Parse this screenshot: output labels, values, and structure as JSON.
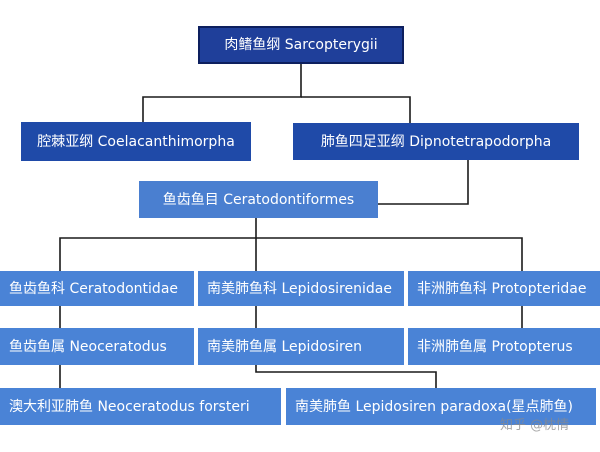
{
  "nodes": [
    {
      "label": "肉鳍鱼纲 Sarcopterygii"
    },
    {
      "label": "腔棘亚纲 Coelacanthimorpha"
    },
    {
      "label": "肺鱼四足亚纲 Dipnotetrapodorpha"
    },
    {
      "label": "鱼齿鱼目 Ceratodontiformes"
    },
    {
      "label": "鱼齿鱼科 Ceratodontidae"
    },
    {
      "label": "南美肺鱼科 Lepidosirenidae"
    },
    {
      "label": "非洲肺鱼科 Protopteridae"
    },
    {
      "label": "鱼齿鱼属 Neoceratodus"
    },
    {
      "label": "南美肺鱼属 Lepidosiren"
    },
    {
      "label": "非洲肺鱼属 Protopterus"
    },
    {
      "label": "澳大利亚肺鱼 Neoceratodus forsteri"
    },
    {
      "label": "南美肺鱼 Lepidosiren paradoxa(星点肺鱼)"
    }
  ],
  "edges": [
    {
      "from": 0,
      "to": 1
    },
    {
      "from": 0,
      "to": 2
    },
    {
      "from": 2,
      "to": 3
    },
    {
      "from": 3,
      "to": 4
    },
    {
      "from": 3,
      "to": 5
    },
    {
      "from": 3,
      "to": 6
    },
    {
      "from": 4,
      "to": 7
    },
    {
      "from": 5,
      "to": 8
    },
    {
      "from": 6,
      "to": 9
    },
    {
      "from": 7,
      "to": 10
    },
    {
      "from": 8,
      "to": 11
    }
  ],
  "watermark": {
    "text": "知乎 @枕情"
  }
}
